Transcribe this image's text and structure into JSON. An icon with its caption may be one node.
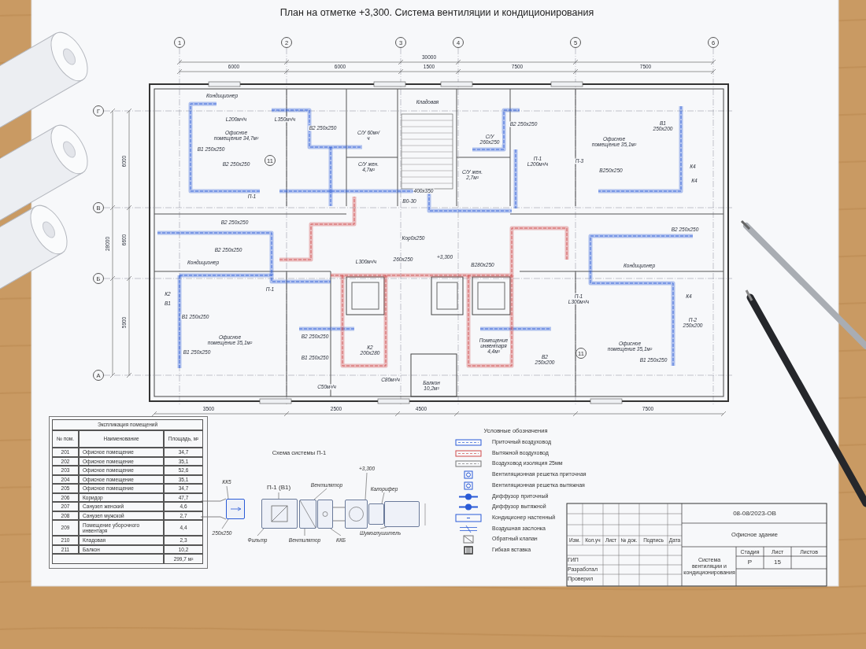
{
  "diagram": {
    "title": "План на отметке +3,300. Система вентиляции и кондиционирования",
    "nodes": [
      {
        "text": [
          "1"
        ]
      },
      {
        "text": [
          "2"
        ]
      },
      {
        "text": [
          "3"
        ]
      },
      {
        "text": [
          "4"
        ]
      },
      {
        "text": [
          "5"
        ]
      },
      {
        "text": [
          "6"
        ]
      },
      {
        "text": [
          "Г"
        ]
      },
      {
        "text": [
          "В"
        ]
      },
      {
        "text": [
          "Б"
        ]
      },
      {
        "text": [
          "А"
        ]
      },
      {
        "text": [
          "11"
        ]
      },
      {
        "text": [
          "11"
        ]
      },
      {
        "text": [
          "КК5"
        ]
      },
      {
        "text": [
          "П-1 (В1)"
        ]
      },
      {
        "text": [
          "Вентилятор"
        ]
      },
      {
        "text": [
          "+3,300"
        ]
      },
      {
        "text": [
          "Калорифер"
        ]
      },
      {
        "text": [
          "250х250"
        ]
      },
      {
        "text": [
          "Фильтр"
        ]
      },
      {
        "text": [
          "Вентилятор"
        ]
      },
      {
        "text": [
          "ККБ"
        ]
      },
      {
        "text": [
          "Шумоглушитель"
        ]
      },
      {
        "text": [],
        "shape": "box"
      },
      {
        "text": [],
        "shape": "box"
      },
      {
        "text": [],
        "shape": "box"
      },
      {
        "text": [],
        "shape": "box"
      },
      {
        "text": [],
        "shape": "box"
      },
      {
        "text": [],
        "shape": "box"
      },
      {
        "text": [],
        "shape": "box"
      }
    ],
    "edges": [
      {
        "from": 12,
        "to": 22,
        "arrow": "none"
      },
      {
        "from": 13,
        "to": 23,
        "arrow": "none"
      },
      {
        "from": 14,
        "to": 24,
        "arrow": "none"
      },
      {
        "from": 15,
        "to": 26,
        "arrow": "none"
      },
      {
        "from": 16,
        "to": 27,
        "arrow": "none"
      },
      {
        "from": 17,
        "to": 22,
        "arrow": "none"
      },
      {
        "from": 18,
        "to": 23,
        "arrow": "none"
      },
      {
        "from": 19,
        "to": 24,
        "arrow": "none"
      },
      {
        "from": 20,
        "to": 25,
        "arrow": "none"
      },
      {
        "from": 21,
        "to": 28,
        "arrow": "none"
      }
    ],
    "labels": [
      "30000",
      "6000",
      "6000",
      "1500",
      "7500",
      "7500",
      "28000",
      "6000",
      "6600",
      "5900",
      "3500",
      "2500",
      "4500",
      "7500",
      "Кондиционер",
      "L200м³/ч",
      "L350м³/ч",
      "Офисное помещение 34,7м²",
      "В1 250х250",
      "В2 250х250",
      "В2 250х250",
      "С/У 60м³/ч",
      "С/У жен. 4,7м²",
      "Кладовая",
      "П-1",
      "400х350",
      "В0-30",
      "В2 250х250",
      "В2 250х250",
      "Кондиционер",
      "L300м³/ч",
      "260х250",
      "Кор0х250",
      "+3,300",
      "П-1",
      "К2",
      "В1",
      "В1 250х250",
      "Офисное помещение 35,1м²",
      "В1 250х250",
      "В2 250х250",
      "В1 250х250",
      "К2 200х280",
      "С50м³/ч",
      "С80м³/ч",
      "Балкон 10,2м²",
      "С/У 260х250",
      "С/У жен. 2,7м²",
      "В2 250х250",
      "П-1 L200м³/ч",
      "П-3",
      "В250х250",
      "В1 250х200",
      "Офисное помещение 35,1м²",
      "К4",
      "К4",
      "В280х250",
      "Кондиционер",
      "П-1 L300м³/ч",
      "К4",
      "П-2 250х200",
      "Помещение инвентаря 4,4м²",
      "В2 250х200",
      "Офисное помещение 35,1м²",
      "В1 250х250",
      "В2 250х250",
      "Экспликация помещений",
      "№ пом.",
      "Наименование",
      "Площадь, м²",
      "201",
      "Офисное помещение",
      "34,7",
      "202",
      "Офисное помещение",
      "35,1",
      "203",
      "Офисное помещение",
      "52,6",
      "204",
      "Офисное помещение",
      "35,1",
      "205",
      "Офисное помещение",
      "34,7",
      "206",
      "Коридор",
      "47,7",
      "207",
      "Санузел женский",
      "4,6",
      "208",
      "Санузел мужской",
      "2,7",
      "209",
      "Помещение уборочного инвентаря",
      "4,4",
      "210",
      "Кладовая",
      "2,3",
      "211",
      "Балкон",
      "10,2",
      "299,7 м²",
      "Условные обозначения",
      "Схема системы П-1",
      "08-08/2023-ОВ",
      "Офисное здание",
      "Изм.",
      "Кол.уч",
      "Лист",
      "№ док.",
      "Подпись",
      "Дата",
      "ГИП",
      "Разработал",
      "Проверил",
      "Система вентиляции и кондиционирования",
      "Стадия",
      "Лист",
      "Листов",
      "Р",
      "15"
    ],
    "legend": [
      {
        "text": "Приточный воздуховод"
      },
      {
        "text": "Вытяжной воздуховод"
      },
      {
        "text": "Воздуховод изоляция 25мм"
      },
      {
        "text": "Вентиляционная решетка приточная"
      },
      {
        "text": "Вентиляционная решетка вытяжная"
      },
      {
        "text": "Диффузор приточный"
      },
      {
        "text": "Диффузор вытяжной"
      },
      {
        "text": "Кондиционер настенный"
      },
      {
        "text": "Воздушная заслонка"
      },
      {
        "text": "Обратный клапан"
      },
      {
        "text": "Гибкая вставка"
      }
    ]
  }
}
